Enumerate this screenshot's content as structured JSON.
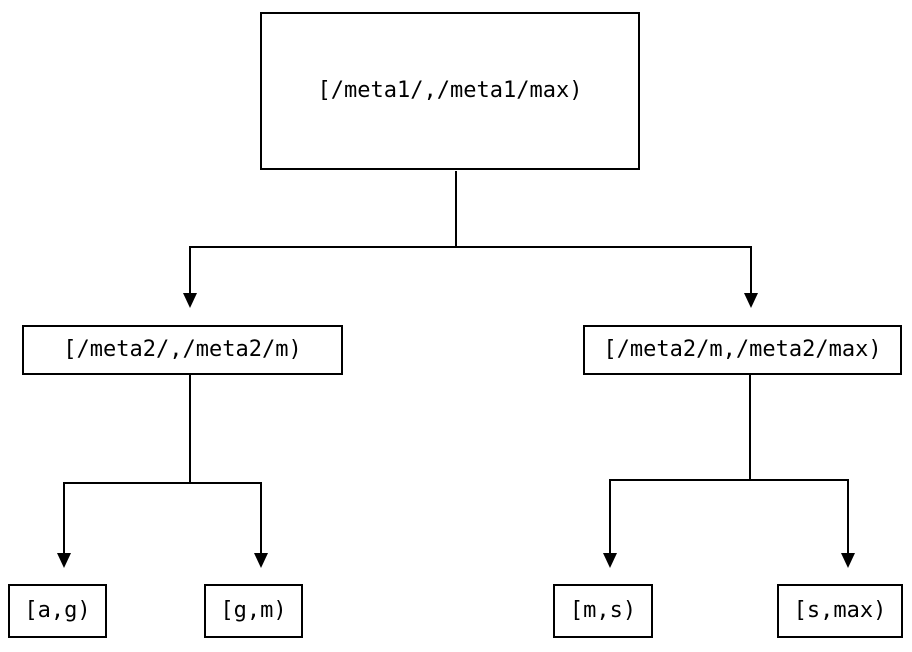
{
  "diagram": {
    "type": "tree",
    "background_color": "#ffffff",
    "line_color": "#000000",
    "box_fill_color": "#ffffff",
    "box_border_color": "#000000",
    "text_color": "#000000",
    "nodes": {
      "root": {
        "label": "[/meta1/,/meta1/max)"
      },
      "left": {
        "label": "[/meta2/,/meta2/m)"
      },
      "right": {
        "label": "[/meta2/m,/meta2/max)"
      },
      "leaf_ag": {
        "label": "[a,g)"
      },
      "leaf_gm": {
        "label": "[g,m)"
      },
      "leaf_ms": {
        "label": "[m,s)"
      },
      "leaf_smax": {
        "label": "[s,max)"
      }
    },
    "edges": [
      {
        "from": "root",
        "to": "left",
        "arrow": "down"
      },
      {
        "from": "root",
        "to": "right",
        "arrow": "down"
      },
      {
        "from": "left",
        "to": "leaf_ag",
        "arrow": "down"
      },
      {
        "from": "left",
        "to": "leaf_gm",
        "arrow": "down"
      },
      {
        "from": "right",
        "to": "leaf_ms",
        "arrow": "down"
      },
      {
        "from": "right",
        "to": "leaf_smax",
        "arrow": "down"
      }
    ]
  }
}
